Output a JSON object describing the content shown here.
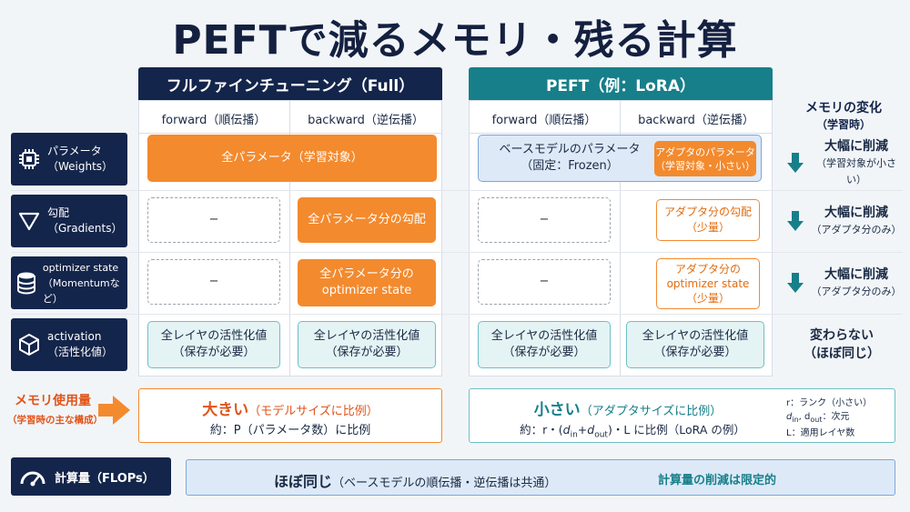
{
  "title": "PEFTで減るメモリ・残る計算",
  "headers": {
    "full": "フルファインチューニング（Full）",
    "peft": "PEFT（例：LoRA）",
    "change_title": "メモリの変化",
    "change_sub": "（学習時）"
  },
  "columns": {
    "forward": "forward（順伝播）",
    "backward": "backward（逆伝播）"
  },
  "rows": {
    "weights": {
      "label1": "パラメータ",
      "label2": "（Weights）",
      "full": "全パラメータ（学習対象）",
      "peft_base1": "ベースモデルのパラメータ",
      "peft_base2": "（固定：Frozen）",
      "peft_adapter1": "アダプタのパラメータ",
      "peft_adapter2": "（学習対象・小さい）",
      "change1": "大幅に削減",
      "change2": "（学習対象が小さい）"
    },
    "gradients": {
      "label1": "勾配",
      "label2": "（Gradients）",
      "full_fwd": "−",
      "full_bwd": "全パラメータ分の勾配",
      "peft_fwd": "−",
      "peft_bwd1": "アダプタ分の勾配",
      "peft_bwd2": "（少量）",
      "change1": "大幅に削減",
      "change2": "（アダプタ分のみ）"
    },
    "optimizer": {
      "label1": "optimizer state",
      "label2": "（Momentumなど）",
      "full_fwd": "−",
      "full_bwd1": "全パラメータ分の",
      "full_bwd2": "optimizer state",
      "peft_fwd": "−",
      "peft_bwd1": "アダプタ分の",
      "peft_bwd2": "optimizer state",
      "peft_bwd3": "（少量）",
      "change1": "大幅に削減",
      "change2": "（アダプタ分のみ）"
    },
    "activation": {
      "label1": "activation",
      "label2": "（活性化値）",
      "cell1": "全レイヤの活性化値",
      "cell2": "（保存が必要）",
      "change1": "変わらない",
      "change2": "（ほぼ同じ）"
    }
  },
  "memory": {
    "label": "メモリ使用量",
    "sublabel": "（学習時の主な構成）",
    "full_big": "大きい",
    "full_paren": "（モデルサイズに比例）",
    "full_formula": "約：P（パラメータ数）に比例",
    "peft_big": "小さい",
    "peft_paren": "（アダプタサイズに比例）",
    "peft_formula_pre": "約：r・(",
    "peft_formula_din": "d",
    "peft_formula_din_sub": "in",
    "peft_formula_plus": "+",
    "peft_formula_dout": "d",
    "peft_formula_dout_sub": "out",
    "peft_formula_post": ")・L に比例（LoRA の例）",
    "legend_r": "r：ランク（小さい）",
    "legend_d_pre": "d",
    "legend_d_in": "in",
    "legend_d_mid": ", d",
    "legend_d_out": "out",
    "legend_d_post": "：次元",
    "legend_L": "L：適用レイヤ数"
  },
  "flops": {
    "label": "計算量（FLOPs）",
    "main": "ほぼ同じ",
    "paren": "（ベースモデルの順伝播・逆伝播は共通）",
    "note": "計算量の削減は限定的"
  },
  "colors": {
    "navy": "#14254b",
    "teal": "#177f8a",
    "orange": "#f38a2e"
  }
}
